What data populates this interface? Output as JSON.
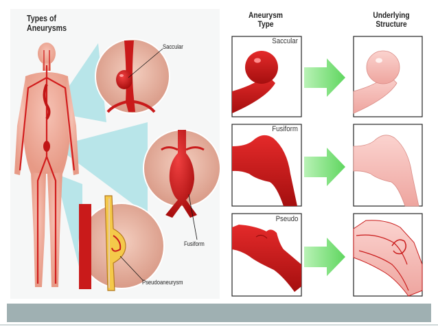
{
  "slide": {
    "colors": {
      "band": "#9fb0b2",
      "vessel": "#cc1a1a",
      "arrow": "#7fe07f",
      "callout": "#8fd8df",
      "underlying": "#f3b6b2"
    }
  },
  "left_figure": {
    "title_line1": "Types of",
    "title_line2": "Aneurysms",
    "labels": {
      "saccular": "Saccular",
      "fusiform": "Fusiform",
      "pseudo": "Pseudoaneurysm"
    }
  },
  "right_figure": {
    "header_type_line1": "Aneurysm",
    "header_type_line2": "Type",
    "header_structure_line1": "Underlying",
    "header_structure_line2": "Structure",
    "rows": [
      {
        "type": "Saccular"
      },
      {
        "type": "Fusiform"
      },
      {
        "type": "Pseudo"
      }
    ],
    "icons": [
      "right-arrow-icon"
    ]
  }
}
